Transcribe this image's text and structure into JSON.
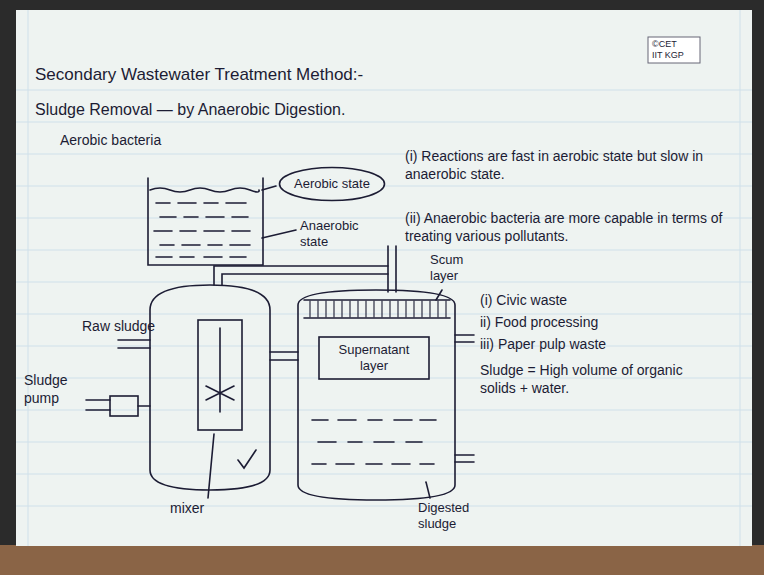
{
  "diagram": {
    "title": "Secondary Wastewater Treatment Method:-",
    "nodes": [
      {
        "text": [
          "Aerobic state"
        ]
      },
      {
        "text": [
          "Supernatant layer"
        ]
      }
    ],
    "edges": [],
    "labels": [
      "©CET",
      "IIT KGP",
      "Sludge Removal — by Anaerobic Digestion.",
      "Aerobic bacteria",
      "Anaerobic state",
      "(i) Reactions are fast in aerobic state but slow in anaerobic state.",
      "(ii) Anaerobic bacteria are more capable in terms of treating various pollutants.",
      "Raw sludge",
      "Sludge pump",
      "mixer",
      "Scum layer",
      "Digested sludge",
      "(i) Civic waste",
      "ii) Food processing",
      "iii) Paper pulp waste",
      "Sludge = High volume of organic solids + water."
    ]
  }
}
